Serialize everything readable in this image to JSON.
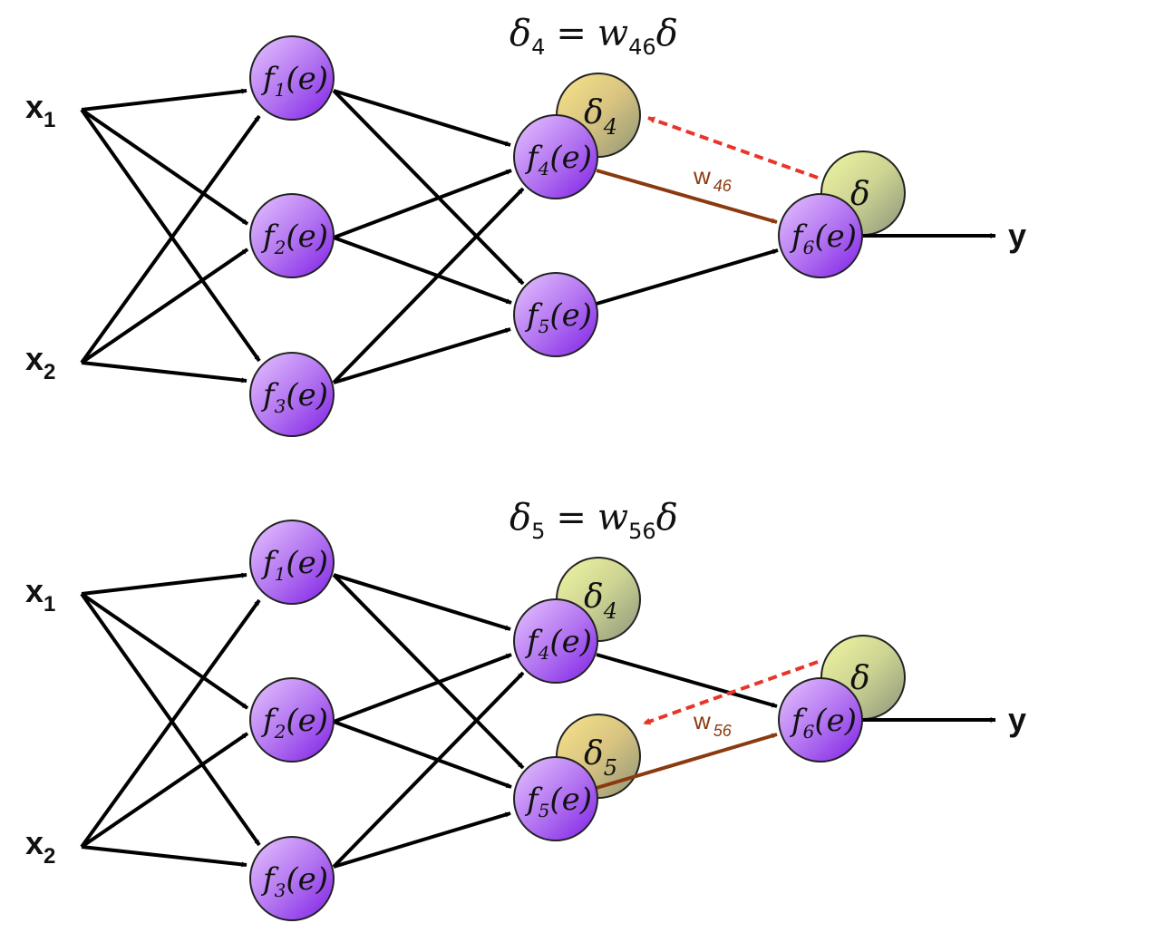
{
  "colors": {
    "node_light": "#e2b8ff",
    "node_dark": "#8a2be2",
    "delta_active_light": "#f6e08a",
    "delta_active_dark": "#9a9a78",
    "delta_idle_light": "#eef4a0",
    "delta_idle_dark": "#9aa080",
    "edge": "#000000",
    "weight_edge": "#8b3a10",
    "backprop": "#e8352a"
  },
  "panels": [
    {
      "equation": {
        "lhs": "δ",
        "lhs_sub": "4",
        "op": "=",
        "w": "w",
        "w_sub": "46",
        "rhs": "δ"
      },
      "inputs": [
        {
          "label": "x",
          "sub": "1"
        },
        {
          "label": "x",
          "sub": "2"
        }
      ],
      "hidden1": [
        {
          "f": "f",
          "sub": "1",
          "arg": "(e)"
        },
        {
          "f": "f",
          "sub": "2",
          "arg": "(e)"
        },
        {
          "f": "f",
          "sub": "3",
          "arg": "(e)"
        }
      ],
      "hidden2": [
        {
          "f": "f",
          "sub": "4",
          "arg": "(e)"
        },
        {
          "f": "f",
          "sub": "5",
          "arg": "(e)"
        }
      ],
      "output_node": {
        "f": "f",
        "sub": "6",
        "arg": "(e)"
      },
      "deltas": [
        {
          "label": "δ",
          "sub": "4",
          "attached_to": "f4",
          "active": true
        },
        {
          "label": "δ",
          "sub": "",
          "attached_to": "f6",
          "active": false
        }
      ],
      "weight": {
        "label": "w",
        "sub": "46",
        "from": "f4",
        "to": "f6"
      },
      "output_label": "y"
    },
    {
      "equation": {
        "lhs": "δ",
        "lhs_sub": "5",
        "op": "=",
        "w": "w",
        "w_sub": "56",
        "rhs": "δ"
      },
      "inputs": [
        {
          "label": "x",
          "sub": "1"
        },
        {
          "label": "x",
          "sub": "2"
        }
      ],
      "hidden1": [
        {
          "f": "f",
          "sub": "1",
          "arg": "(e)"
        },
        {
          "f": "f",
          "sub": "2",
          "arg": "(e)"
        },
        {
          "f": "f",
          "sub": "3",
          "arg": "(e)"
        }
      ],
      "hidden2": [
        {
          "f": "f",
          "sub": "4",
          "arg": "(e)"
        },
        {
          "f": "f",
          "sub": "5",
          "arg": "(e)"
        }
      ],
      "output_node": {
        "f": "f",
        "sub": "6",
        "arg": "(e)"
      },
      "deltas": [
        {
          "label": "δ",
          "sub": "4",
          "attached_to": "f4",
          "active": false
        },
        {
          "label": "δ",
          "sub": "5",
          "attached_to": "f5",
          "active": true
        },
        {
          "label": "δ",
          "sub": "",
          "attached_to": "f6",
          "active": false
        }
      ],
      "weight": {
        "label": "w",
        "sub": "56",
        "from": "f5",
        "to": "f6"
      },
      "output_label": "y"
    }
  ]
}
